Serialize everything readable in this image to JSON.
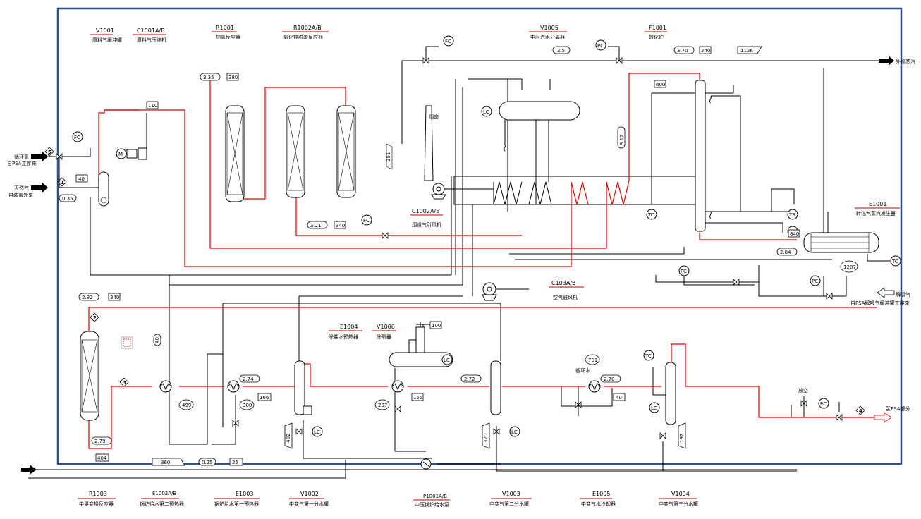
{
  "equipment_labels": [
    {
      "tag": "V1001",
      "desc": "原料气缓冲罐"
    },
    {
      "tag": "C1001A/B",
      "desc": "原料气压缩机"
    },
    {
      "tag": "R1001",
      "desc": "加氢反应器"
    },
    {
      "tag": "R1002A/B",
      "desc": "氧化锌脱硫反应器"
    },
    {
      "tag": "V1005",
      "desc": "中压汽水分离器"
    },
    {
      "tag": "F1001",
      "desc": "转化炉"
    },
    {
      "tag": "C1002A/B",
      "desc": "烟道气引风机"
    },
    {
      "tag": "E1001",
      "desc": "转化气蒸汽发生器"
    },
    {
      "tag": "C103A/B",
      "desc": "空气鼓风机"
    },
    {
      "tag": "E1004",
      "desc": "除盐水预热器"
    },
    {
      "tag": "V1006",
      "desc": "除氧器"
    }
  ],
  "bottom_labels": [
    {
      "tag": "R1003",
      "desc": "中温变换反应器"
    },
    {
      "tag": "E1002A/B",
      "desc": "锅炉给水第二预热器"
    },
    {
      "tag": "E1003",
      "desc": "锅炉给水第一预热器"
    },
    {
      "tag": "V1002",
      "desc": "中变气第一分水罐"
    },
    {
      "tag": "P1001A/B",
      "desc": "中压锅炉给水泵"
    },
    {
      "tag": "V1003",
      "desc": "中变气第二分水罐"
    },
    {
      "tag": "E1005",
      "desc": "中变气水冷却器"
    },
    {
      "tag": "V1004",
      "desc": "中变气第三分水罐"
    }
  ],
  "streams": {
    "recycle_h2": "循环氢",
    "from_psa": "自PSA工序来",
    "natural_gas": "天然气",
    "from_boundary": "自装置外来",
    "export_steam": "外输蒸汽",
    "stack": "烟囱",
    "offgas": "解吸气",
    "from_psa_offgas": "自PSA解吸气缓冲罐工序来",
    "vent": "放空",
    "to_psa": "至PSA部分",
    "cooling_water": "循环水"
  },
  "instruments": {
    "fc": "FC",
    "pc": "PC",
    "lc": "LC",
    "tc": "TC",
    "ts": "TS",
    "m": "M"
  },
  "values": {
    "p_335": "3.35",
    "t_380": "380",
    "t_110": "110",
    "t_40a": "40",
    "p_035": "0.35",
    "p_321": "3.21",
    "t_340a": "340",
    "p_35": "3.5",
    "p_370": "3.70",
    "t_240": "240",
    "t_1126": "1126",
    "t_600": "600",
    "p_312": "3.12",
    "t_251": "251",
    "t_840": "840",
    "p_284": "2.84",
    "t_1287": "1287",
    "p_282": "2.82",
    "t_340b": "340",
    "t_40b": "40",
    "p_274": "2.74",
    "t_166": "166",
    "t_300": "300",
    "t_499": "499",
    "t_100": "100",
    "t_207": "207",
    "t_155": "155",
    "p_272": "2.72",
    "t_701": "701",
    "p_270": "2.70",
    "t_40c": "40",
    "p_279": "2.79",
    "t_404": "404",
    "t_360": "360",
    "p_025": "0.25",
    "t_25": "25",
    "t_402": "402",
    "t_320": "320",
    "t_192": "192"
  },
  "stream_numbers": [
    "1",
    "2",
    "3",
    "4",
    "5"
  ],
  "colors": {
    "process": "#000000",
    "hot": "#e00000",
    "frame": "#2f4f8f"
  }
}
